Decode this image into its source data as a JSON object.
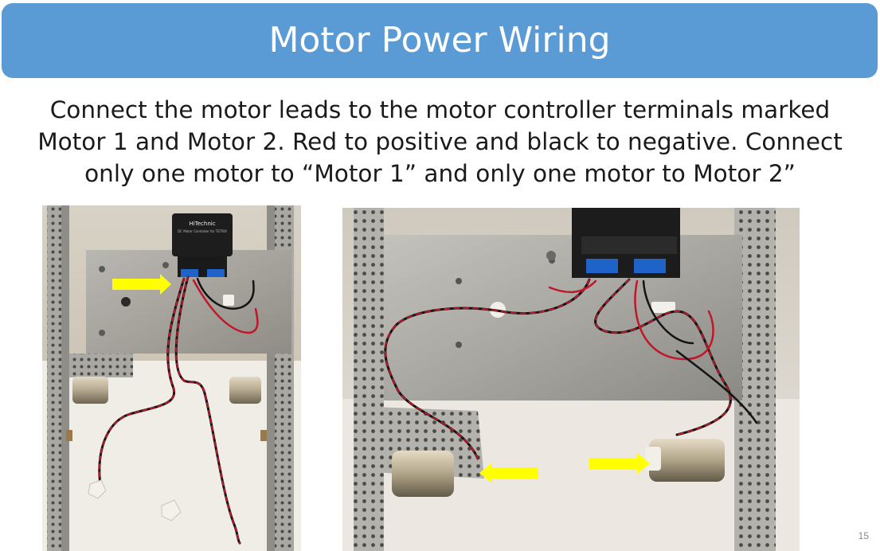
{
  "slide": {
    "title": "Motor Power Wiring",
    "body_lines": [
      "Connect the motor leads to the motor controller terminals marked",
      "Motor 1 and Motor 2. Red to positive and black to negative. Connect",
      "only one motor to “Motor 1” and only one motor to Motor 2”"
    ],
    "page_number": "15"
  },
  "photos": {
    "left": {
      "controller_brand": "HiTechnic",
      "controller_caption": "DC Motor Controller for TETRIX"
    }
  },
  "colors": {
    "title_bar": "#5b9bd5",
    "arrow": "#ffff00",
    "wire_red": "#c0182a",
    "wire_black": "#141414"
  }
}
